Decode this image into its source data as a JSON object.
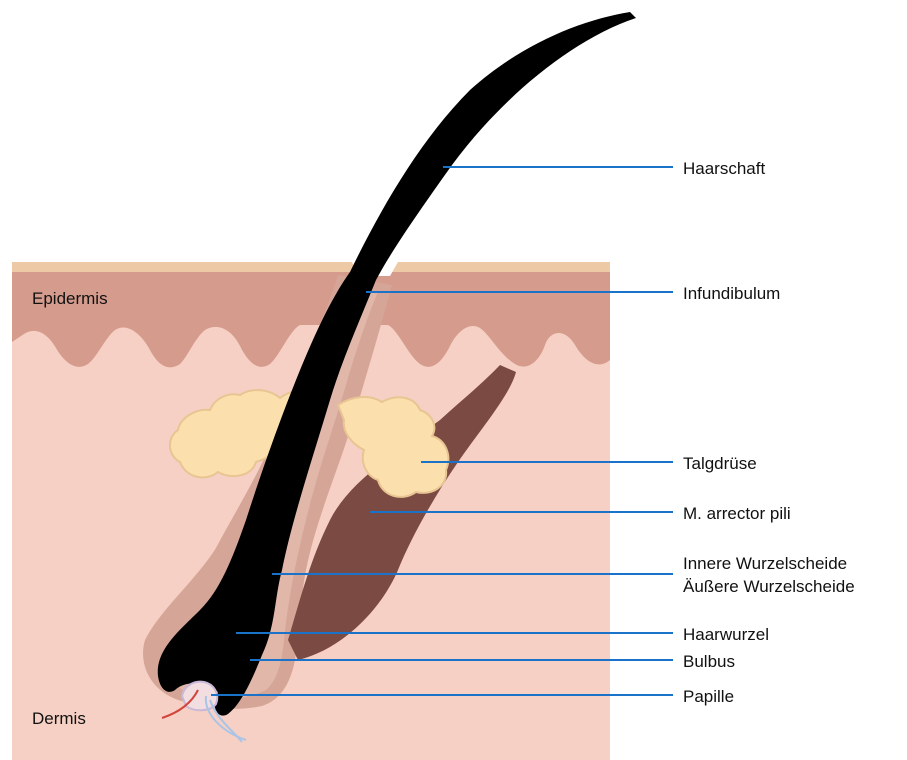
{
  "layers": {
    "epidermis": "Epidermis",
    "dermis": "Dermis"
  },
  "labels": {
    "haarschaft": "Haarschaft",
    "infundibulum": "Infundibulum",
    "talgdruese": "Talgdrüse",
    "arrector_pili": "M. arrector pili",
    "innere_wurzelscheide": "Innere Wurzelscheide",
    "aeussere_wurzelscheide": "Äußere Wurzelscheide",
    "haarwurzel": "Haarwurzel",
    "bulbus": "Bulbus",
    "papille": "Papille"
  },
  "colors": {
    "dermis": "#f6d0c4",
    "epidermis": "#d59b8d",
    "stratum_corneum": "#edc9a5",
    "outer_root_sheath": "#d5a597",
    "inner_root_sheath": "#e1b7a9",
    "sebaceous_gland": "#fbe0ad",
    "arrector_pili": "#7b4a42",
    "hair": "#000000",
    "leader_lines": "#1a73c8"
  }
}
